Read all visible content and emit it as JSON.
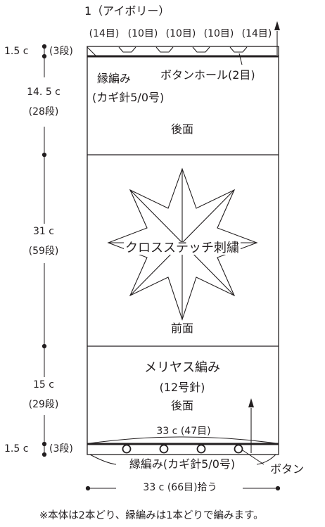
{
  "yarn_label": "1（アイボリー）",
  "top_stitch_counts": [
    "(14目)",
    "(10目)",
    "(10目)",
    "(10目)",
    "(14目)"
  ],
  "top_border": {
    "height": "1.5 c",
    "rows": "(3段)"
  },
  "back_top": {
    "height": "14. 5 c",
    "rows": "(28段)",
    "edge_label": "縁編み",
    "edge_hook": "(カギ針5/0号)",
    "buttonhole_label": "ボタンホール(2目)",
    "section_label": "後面"
  },
  "front": {
    "height": "31 c",
    "rows": "(59段)",
    "motif_label": "クロスステッチ刺繍",
    "section_label": "前面"
  },
  "back_bottom": {
    "height": "15 c",
    "rows": "(29段)",
    "stitch_label": "メリヤス編み",
    "needle": "(12号針)",
    "section_label": "後面"
  },
  "bottom_border": {
    "height": "1.5 c",
    "rows": "(3段)",
    "width_label": "33 c (47目)",
    "edge_label": "縁編み(カギ針5/0号)",
    "button_label": "ボタン"
  },
  "pickup_label": "33 c (66目)拾う",
  "footnote": "※本体は2本どり、縁編みは1本どりで編みます。",
  "colors": {
    "line": "#231f20",
    "background": "#ffffff"
  }
}
